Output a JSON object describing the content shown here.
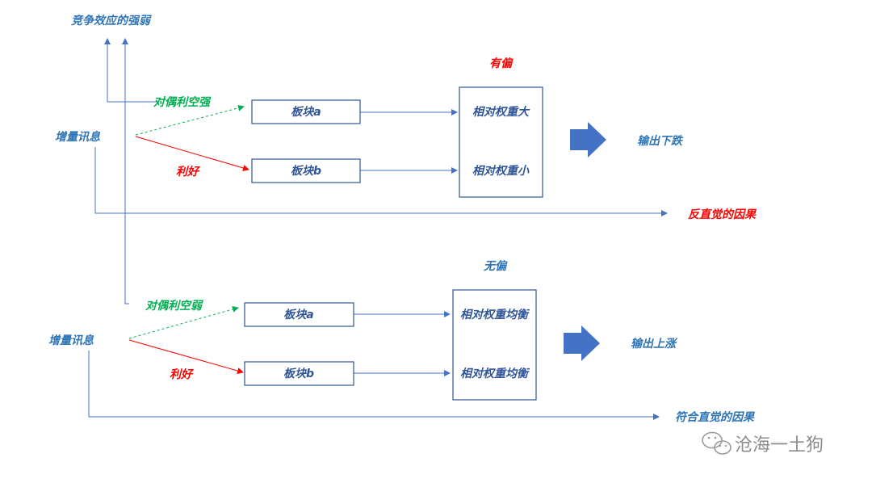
{
  "top_label": "竞争效应的强弱",
  "upper": {
    "source": "增量讯息",
    "branch_green": "对偶利空强",
    "branch_red": "利好",
    "box_a": "板块a",
    "box_b": "板块b",
    "group_title": "有偏",
    "weight_top": "相对权重大",
    "weight_bottom": "相对权重小",
    "output": "输出下跌",
    "causal": "反直觉的因果"
  },
  "lower": {
    "source": "增量讯息",
    "branch_green": "对偶利空弱",
    "branch_red": "利好",
    "box_a": "板块a",
    "box_b": "板块b",
    "group_title": "无偏",
    "weight_top": "相对权重均衡",
    "weight_bottom": "相对权重均衡",
    "output": "输出上涨",
    "causal": "符合直觉的因果"
  },
  "watermark": "沧海一土狗",
  "colors": {
    "blue_text": "#2E75B6",
    "box_text": "#2F5597",
    "green": "#00B050",
    "red": "#FF0000",
    "fat_arrow": "#4472C4"
  },
  "icons": {
    "watermark_logo": "wechat-icon"
  }
}
